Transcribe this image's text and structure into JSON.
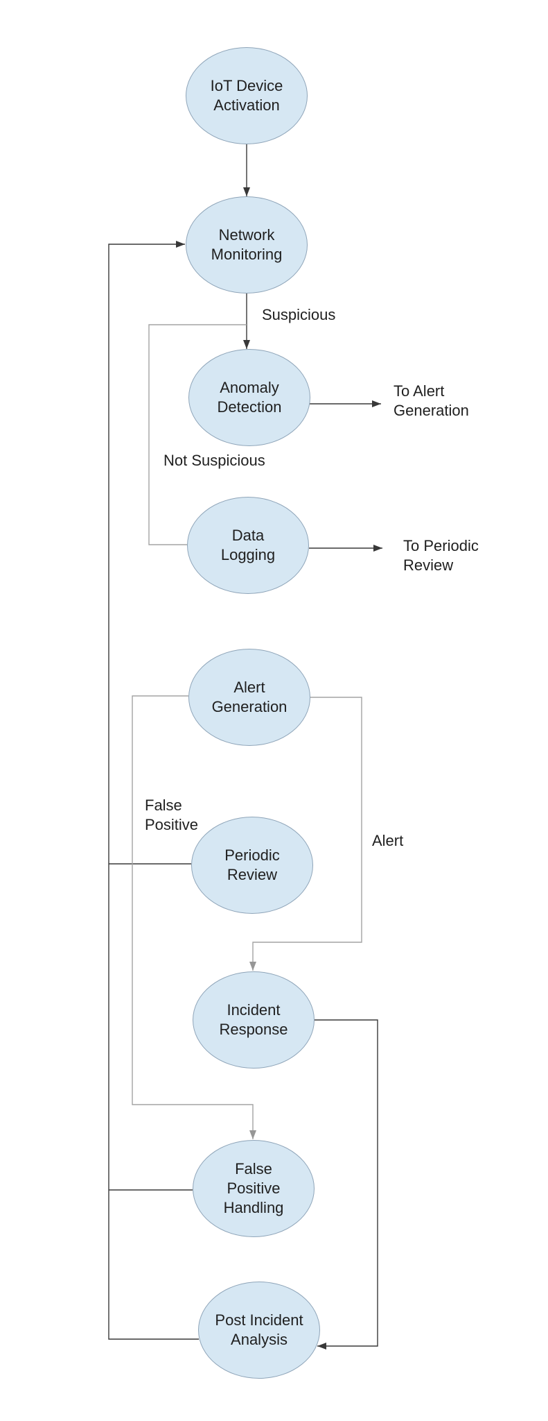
{
  "diagram": {
    "type": "flowchart",
    "description": "IoT security monitoring state flow",
    "nodes": [
      {
        "id": "iot-device-activation",
        "label": "IoT Device\nActivation"
      },
      {
        "id": "network-monitoring",
        "label": "Network\nMonitoring"
      },
      {
        "id": "anomaly-detection",
        "label": "Anomaly\nDetection"
      },
      {
        "id": "data-logging",
        "label": "Data\nLogging"
      },
      {
        "id": "alert-generation",
        "label": "Alert\nGeneration"
      },
      {
        "id": "periodic-review",
        "label": "Periodic\nReview"
      },
      {
        "id": "incident-response",
        "label": "Incident\nResponse"
      },
      {
        "id": "false-positive-handling",
        "label": "False\nPositive\nHandling"
      },
      {
        "id": "post-incident-analysis",
        "label": "Post Incident\nAnalysis"
      }
    ],
    "edge_labels": [
      {
        "id": "suspicious",
        "text": "Suspicious"
      },
      {
        "id": "not-suspicious",
        "text": "Not Suspicious"
      },
      {
        "id": "to-alert-generation",
        "text": "To Alert\nGeneration"
      },
      {
        "id": "to-periodic-review",
        "text": "To Periodic\nReview"
      },
      {
        "id": "false-positive",
        "text": "False\nPositive"
      },
      {
        "id": "alert",
        "text": "Alert"
      }
    ],
    "connections": [
      {
        "from": "iot-device-activation",
        "to": "network-monitoring",
        "label": ""
      },
      {
        "from": "network-monitoring",
        "to": "anomaly-detection",
        "label": "Suspicious"
      },
      {
        "from": "network-monitoring",
        "to": "data-logging",
        "label": "Not Suspicious"
      },
      {
        "from": "anomaly-detection",
        "to": "off-page-right",
        "label": "To Alert Generation"
      },
      {
        "from": "data-logging",
        "to": "off-page-right",
        "label": "To Periodic Review"
      },
      {
        "from": "alert-generation",
        "to": "incident-response",
        "label": "Alert"
      },
      {
        "from": "alert-generation",
        "to": "false-positive-handling",
        "label": "False Positive"
      },
      {
        "from": "periodic-review",
        "to": "network-monitoring",
        "label": ""
      },
      {
        "from": "incident-response",
        "to": "post-incident-analysis",
        "label": ""
      },
      {
        "from": "false-positive-handling",
        "to": "network-monitoring",
        "label": ""
      },
      {
        "from": "post-incident-analysis",
        "to": "network-monitoring",
        "label": ""
      }
    ]
  },
  "colors": {
    "node_fill": "#d6e7f3",
    "node_border": "#8ea4b8",
    "line_dark": "#383838",
    "line_gray": "#a3a3a3",
    "text_color": "#1f1f1f",
    "bg": "#ffffff"
  }
}
